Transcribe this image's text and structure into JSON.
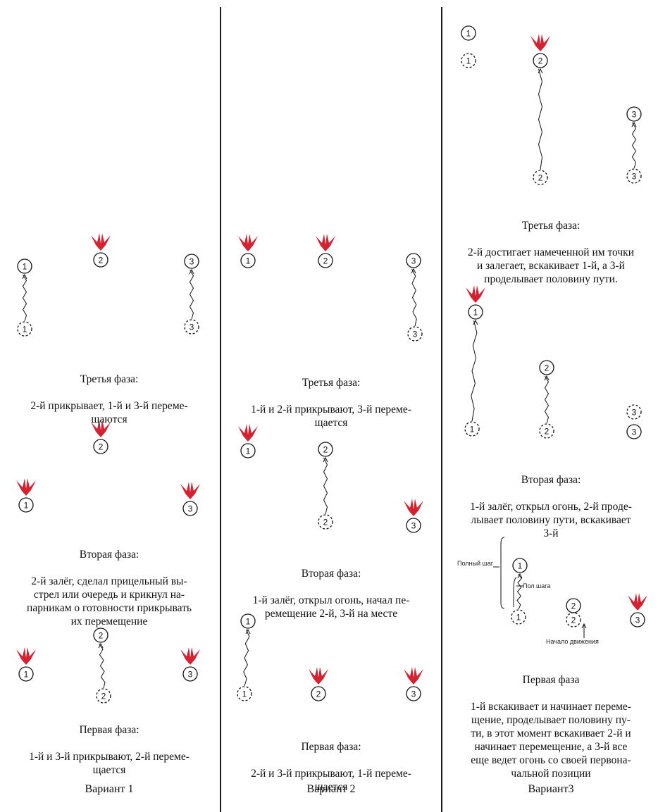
{
  "colors": {
    "burst": "#d32232",
    "ink": "#111111",
    "divider": "#1a1a1a"
  },
  "columns": [
    {
      "label": "Вариант 1",
      "captions": {
        "phase3": {
          "title": "Третья фаза:",
          "body": "2-й прикрывает, 1-й и 3-й переме-\nщаются"
        },
        "phase2": {
          "title": "Вторая фаза:",
          "body": "2-й залёг, сделал прицельный вы-\nстрел или очередь и крикнул на-\nпарникам о готовности прикрывать\nих перемещение"
        },
        "phase1": {
          "title": "Первая фаза:",
          "body": "1-й и 3-й прикрывают, 2-й переме-\nщается"
        }
      }
    },
    {
      "label": "Вариант 2",
      "captions": {
        "phase3": {
          "title": "Третья фаза:",
          "body": "1-й и 2-й прикрывают, 3-й переме-\nщается"
        },
        "phase2": {
          "title": "Вторая фаза:",
          "body": "1-й залёг, открыл огонь, начал пе-\nремещение 2-й, 3-й на месте"
        },
        "phase1": {
          "title": "Первая фаза:",
          "body": "2-й и 3-й прикрывают, 1-й переме-\nщается"
        }
      }
    },
    {
      "label": "Вариант3",
      "captions": {
        "phase3": {
          "title": "Третья фаза:",
          "body": "2-й достигает намеченной им точки\nи залегает, вскакивает 1-й, а 3-й\nпроделывает половину пути."
        },
        "phase2": {
          "title": "Вторая фаза:",
          "body": "1-й залёг, открыл огонь, 2-й проде-\nлывает половину пути, вскакивает\n3-й"
        },
        "phase1": {
          "title": "Первая фаза",
          "body": "1-й вскакивает и начинает переме-\nщение, проделывает половину пу-\nти, в этот момент вскакивает 2-й и\nначинает перемещение, а 3-й все\nеще ведет огонь со своей первона-\nчальной позиции"
        }
      },
      "annotations": {
        "full_step": "Полный шаг",
        "half_step": "Пол шага",
        "start": "Начало движения"
      }
    }
  ],
  "scenes": [
    {
      "col": 0,
      "phase": 3,
      "soldiers": [
        {
          "n": "1",
          "burst": false
        },
        {
          "n": "2",
          "burst": true
        },
        {
          "n": "3",
          "burst": false
        }
      ],
      "moves": [
        {
          "n": "1"
        },
        {
          "n": "3"
        }
      ]
    },
    {
      "col": 0,
      "phase": 2,
      "soldiers": [
        {
          "n": "1",
          "burst": true
        },
        {
          "n": "2",
          "burst": true
        },
        {
          "n": "3",
          "burst": true
        }
      ],
      "moves": []
    },
    {
      "col": 0,
      "phase": 1,
      "soldiers": [
        {
          "n": "1",
          "burst": true
        },
        {
          "n": "2",
          "burst": false
        },
        {
          "n": "3",
          "burst": true
        }
      ],
      "moves": [
        {
          "n": "2"
        }
      ]
    },
    {
      "col": 1,
      "phase": 3,
      "soldiers": [
        {
          "n": "1",
          "burst": true
        },
        {
          "n": "2",
          "burst": true
        },
        {
          "n": "3",
          "burst": false
        }
      ],
      "moves": [
        {
          "n": "3"
        }
      ]
    },
    {
      "col": 1,
      "phase": 2,
      "soldiers": [
        {
          "n": "1",
          "burst": true
        },
        {
          "n": "2",
          "burst": false
        },
        {
          "n": "3",
          "burst": true
        }
      ],
      "moves": [
        {
          "n": "2"
        }
      ]
    },
    {
      "col": 1,
      "phase": 1,
      "soldiers": [
        {
          "n": "1",
          "burst": false
        },
        {
          "n": "2",
          "burst": true
        },
        {
          "n": "3",
          "burst": true
        }
      ],
      "moves": [
        {
          "n": "1"
        }
      ]
    },
    {
      "col": 2,
      "phase": 3,
      "soldiers": [
        {
          "n": "1",
          "burst": false
        },
        {
          "n": "2",
          "burst": true
        },
        {
          "n": "3",
          "burst": false
        }
      ],
      "moves": [
        {
          "n": "2"
        },
        {
          "n": "3"
        }
      ]
    },
    {
      "col": 2,
      "phase": 2,
      "soldiers": [
        {
          "n": "1",
          "burst": true
        },
        {
          "n": "2",
          "burst": false
        },
        {
          "n": "3",
          "burst": false
        }
      ],
      "moves": [
        {
          "n": "1"
        },
        {
          "n": "2"
        }
      ]
    },
    {
      "col": 2,
      "phase": 1,
      "soldiers": [
        {
          "n": "1",
          "burst": false
        },
        {
          "n": "2",
          "burst": false
        },
        {
          "n": "3",
          "burst": true
        }
      ],
      "moves": [
        {
          "n": "1"
        }
      ]
    }
  ]
}
